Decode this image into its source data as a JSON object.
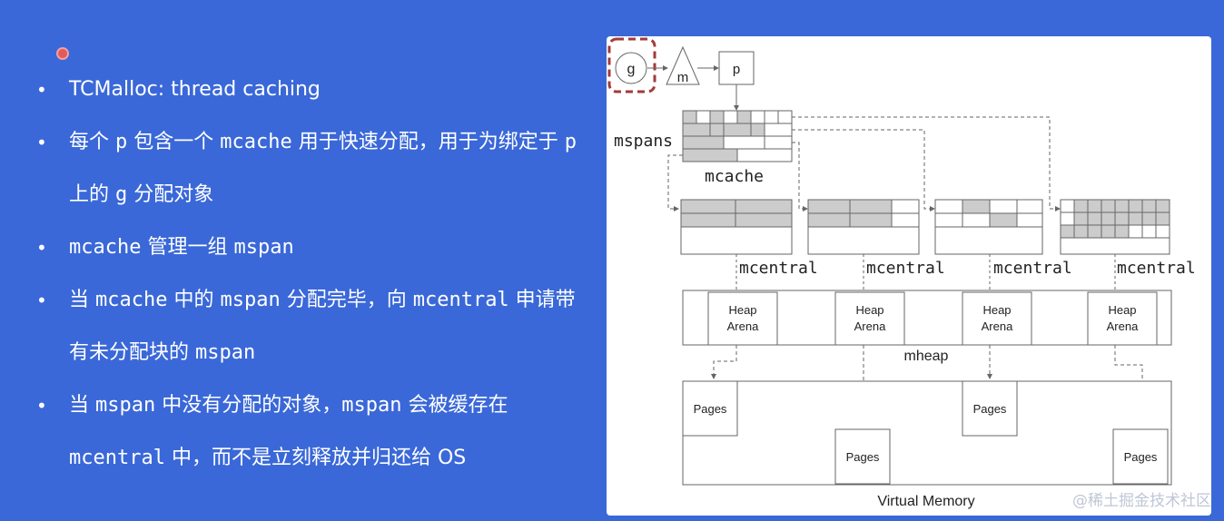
{
  "bullets": [
    {
      "parts": [
        {
          "t": "TCMalloc: thread caching",
          "mono": false
        }
      ]
    },
    {
      "parts": [
        {
          "t": "每个 ",
          "mono": false
        },
        {
          "t": "p",
          "mono": true
        },
        {
          "t": " 包含一个 ",
          "mono": false
        },
        {
          "t": "mcache",
          "mono": true
        },
        {
          "t": " 用于快速分配，用于为绑定于 ",
          "mono": false
        },
        {
          "t": "p",
          "mono": true
        },
        {
          "t": " 上的 ",
          "mono": false
        },
        {
          "t": "g",
          "mono": true
        },
        {
          "t": " 分配对象",
          "mono": false
        }
      ]
    },
    {
      "parts": [
        {
          "t": "mcache",
          "mono": true
        },
        {
          "t": " 管理一组 ",
          "mono": false
        },
        {
          "t": "mspan",
          "mono": true
        }
      ]
    },
    {
      "parts": [
        {
          "t": "当 ",
          "mono": false
        },
        {
          "t": "mcache",
          "mono": true
        },
        {
          "t": " 中的 ",
          "mono": false
        },
        {
          "t": "mspan",
          "mono": true
        },
        {
          "t": " 分配完毕，向 ",
          "mono": false
        },
        {
          "t": "mcentral",
          "mono": true
        },
        {
          "t": " 申请带有未分配块的 ",
          "mono": false
        },
        {
          "t": "mspan",
          "mono": true
        }
      ]
    },
    {
      "parts": [
        {
          "t": "当 ",
          "mono": false
        },
        {
          "t": "mspan",
          "mono": true
        },
        {
          "t": " 中没有分配的对象，",
          "mono": false
        },
        {
          "t": "mspan",
          "mono": true
        },
        {
          "t": " 会被缓存在 ",
          "mono": false
        },
        {
          "t": "mcentral",
          "mono": true
        },
        {
          "t": " 中，而不是立刻释放并归还给 OS",
          "mono": false
        }
      ]
    }
  ],
  "diagram": {
    "g_label": "g",
    "m_label": "m",
    "p_label": "p",
    "mspans_label": "mspans",
    "mcache_label": "mcache",
    "mcentral_label": "mcentral",
    "heap_arena_line1": "Heap",
    "heap_arena_line2": "Arena",
    "mheap_label": "mheap",
    "pages_label": "Pages",
    "virtual_memory_label": "Virtual Memory",
    "colors": {
      "line": "#666666",
      "fill_gray": "#cccccc",
      "highlight": "#a33a3a"
    }
  },
  "watermark": "@稀土掘金技术社区"
}
